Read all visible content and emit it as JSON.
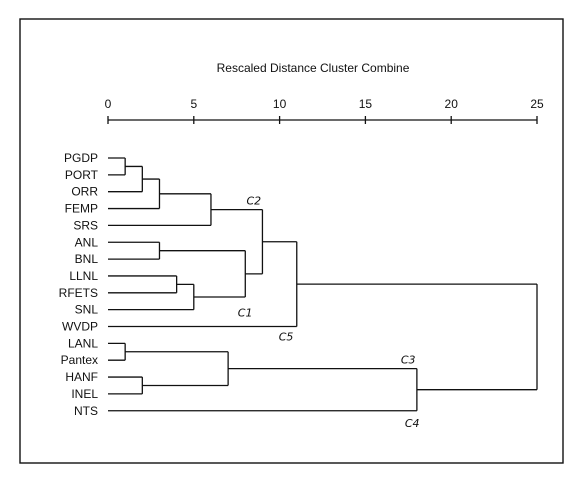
{
  "title": "Rescaled Distance Cluster Combine",
  "axis": {
    "min": 0,
    "max": 25,
    "ticks": [
      0,
      5,
      10,
      15,
      20,
      25
    ]
  },
  "leaves": [
    "PGDP",
    "PORT",
    "ORR",
    "FEMP",
    "SRS",
    "ANL",
    "BNL",
    "LLNL",
    "RFETS",
    "SNL",
    "WVDP",
    "LANL",
    "Pantex",
    "HANF",
    "INEL",
    "NTS"
  ],
  "merges": [
    {
      "id": "m1",
      "a": "L0",
      "b": "L1",
      "d": 1
    },
    {
      "id": "m2",
      "a": "m1",
      "b": "L2",
      "d": 2
    },
    {
      "id": "m3",
      "a": "m2",
      "b": "L3",
      "d": 3
    },
    {
      "id": "m4",
      "a": "L11",
      "b": "L12",
      "d": 1
    },
    {
      "id": "m5",
      "a": "L13",
      "b": "L14",
      "d": 2
    },
    {
      "id": "m6",
      "a": "L5",
      "b": "L6",
      "d": 3
    },
    {
      "id": "m7",
      "a": "L7",
      "b": "L8",
      "d": 4
    },
    {
      "id": "m8",
      "a": "m7",
      "b": "L9",
      "d": 5
    },
    {
      "id": "m9",
      "a": "m3",
      "b": "L4",
      "d": 6
    },
    {
      "id": "m10",
      "a": "m4",
      "b": "m5",
      "d": 7
    },
    {
      "id": "m11",
      "a": "m6",
      "b": "m8",
      "d": 8
    },
    {
      "id": "m12",
      "a": "m9",
      "b": "m11",
      "d": 9
    },
    {
      "id": "m13",
      "a": "m12",
      "b": "L10",
      "d": 11
    },
    {
      "id": "m14",
      "a": "m10",
      "b": "L15",
      "d": 18
    },
    {
      "id": "m15",
      "a": "m13",
      "b": "m14",
      "d": 25
    }
  ],
  "annotations": [
    {
      "text": "C2",
      "merge": "m12"
    },
    {
      "text": "C1",
      "merge": "m8"
    },
    {
      "text": "C5",
      "merge": "m13"
    },
    {
      "text": "C3",
      "merge": "m14"
    },
    {
      "text": "C4",
      "merge": "m14"
    }
  ]
}
